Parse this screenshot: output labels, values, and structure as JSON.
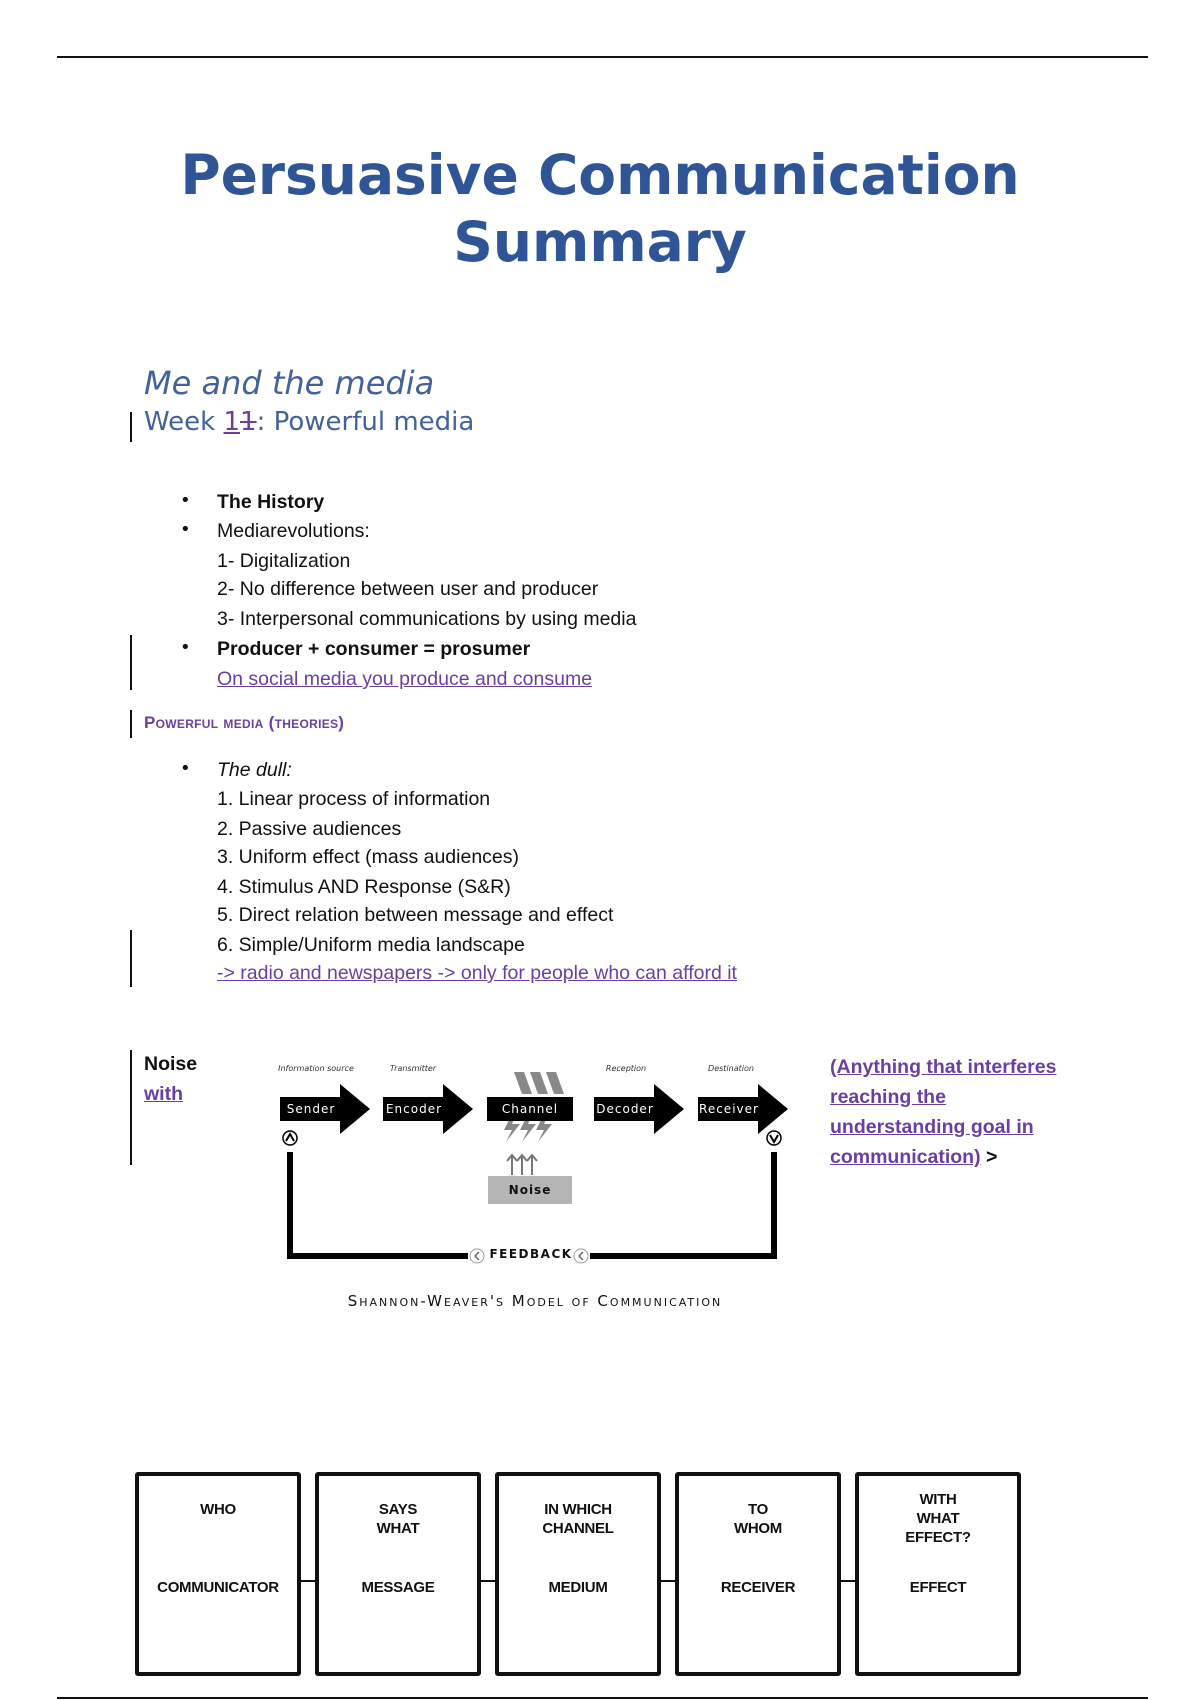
{
  "title_line1": "Persuasive Communication",
  "title_line2": "Summary",
  "section": "Me and the media",
  "week": {
    "prefix": "Week ",
    "inserted": "1",
    "deleted": "1",
    "suffix": ": Powerful media"
  },
  "history": {
    "items": [
      "The History",
      "Mediarevolutions:",
      "Producer + consumer = prosumer"
    ],
    "sub": [
      "1- Digitalization",
      "2- No difference between user and producer",
      "3- Interpersonal communications by using media"
    ],
    "note": "On social media you produce and consume"
  },
  "powerful_heading": "Powerful media (theories)",
  "dull": {
    "label": "The dull:",
    "points": [
      "1. Linear process of information",
      "2. Passive audiences",
      "3. Uniform effect (mass audiences)",
      "4. Stimulus AND Response (S&R)",
      "5. Direct relation between message and effect",
      "6. Simple/Uniform media landscape"
    ],
    "note": "-> radio and newspapers -> only for people who can afford it"
  },
  "noise": {
    "label": "Noise",
    "with": "with",
    "comment": [
      "(Anything that interferes",
      "reaching the ",
      "understanding goal in",
      "communication)"
    ],
    "comment_tail": " >"
  },
  "shannon": {
    "stages": [
      {
        "top": "Information source",
        "label": "Sender"
      },
      {
        "top": "Transmitter",
        "label": "Encoder"
      },
      {
        "top": "",
        "label": "Channel"
      },
      {
        "top": "Reception",
        "label": "Decoder"
      },
      {
        "top": "Destination",
        "label": "Receiver"
      }
    ],
    "noise": "Noise",
    "feedback": "FEEDBACK",
    "caption": "Shannon-Weaver's Model of Communication"
  },
  "lasswell": [
    {
      "q": "WHO",
      "a": "COMMUNICATOR"
    },
    {
      "q": "SAYS\nWHAT",
      "a": "MESSAGE"
    },
    {
      "q": "IN WHICH\nCHANNEL",
      "a": "MEDIUM"
    },
    {
      "q": "TO\nWHOM",
      "a": "RECEIVER"
    },
    {
      "q": "WITH\nWHAT\nEFFECT?",
      "a": "EFFECT"
    }
  ]
}
